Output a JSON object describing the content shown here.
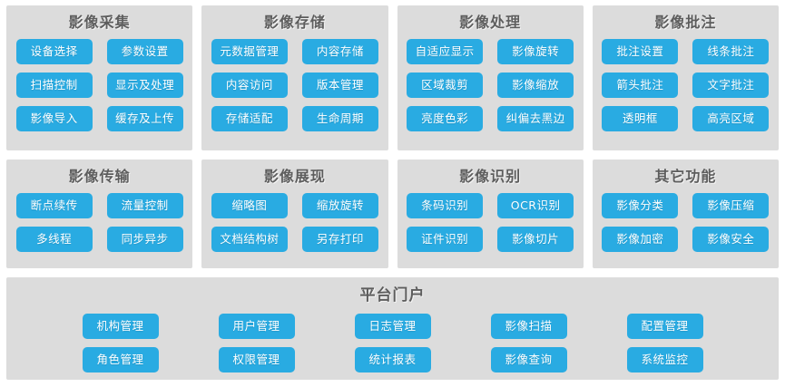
{
  "colors": {
    "panel_bg": "#dcdcdc",
    "button_bg": "#29ABE2",
    "button_text": "#ffffff",
    "title_text": "#5d5d5d",
    "page_bg": "#ffffff"
  },
  "rows": [
    {
      "panels": [
        {
          "title": "影像采集",
          "buttons": [
            "设备选择",
            "参数设置",
            "扫描控制",
            "显示及处理",
            "影像导入",
            "缓存及上传"
          ]
        },
        {
          "title": "影像存储",
          "buttons": [
            "元数据管理",
            "内容存储",
            "内容访问",
            "版本管理",
            "存储适配",
            "生命周期"
          ]
        },
        {
          "title": "影像处理",
          "buttons": [
            "自适应显示",
            "影像旋转",
            "区域裁剪",
            "影像缩放",
            "亮度色彩",
            "纠偏去黑边"
          ]
        },
        {
          "title": "影像批注",
          "buttons": [
            "批注设置",
            "线条批注",
            "箭头批注",
            "文字批注",
            "透明框",
            "高亮区域"
          ]
        }
      ]
    },
    {
      "panels": [
        {
          "title": "影像传输",
          "buttons": [
            "断点续传",
            "流量控制",
            "多线程",
            "同步异步"
          ]
        },
        {
          "title": "影像展现",
          "buttons": [
            "缩略图",
            "缩放旋转",
            "文档结构树",
            "另存打印"
          ]
        },
        {
          "title": "影像识别",
          "buttons": [
            "条码识别",
            "OCR识别",
            "证件识别",
            "影像切片"
          ]
        },
        {
          "title": "其它功能",
          "buttons": [
            "影像分类",
            "影像压缩",
            "影像加密",
            "影像安全"
          ]
        }
      ]
    }
  ],
  "portal": {
    "title": "平台门户",
    "buttons_row1": [
      "机构管理",
      "用户管理",
      "日志管理",
      "影像扫描",
      "配置管理"
    ],
    "buttons_row2": [
      "角色管理",
      "权限管理",
      "统计报表",
      "影像查询",
      "系统监控"
    ]
  }
}
